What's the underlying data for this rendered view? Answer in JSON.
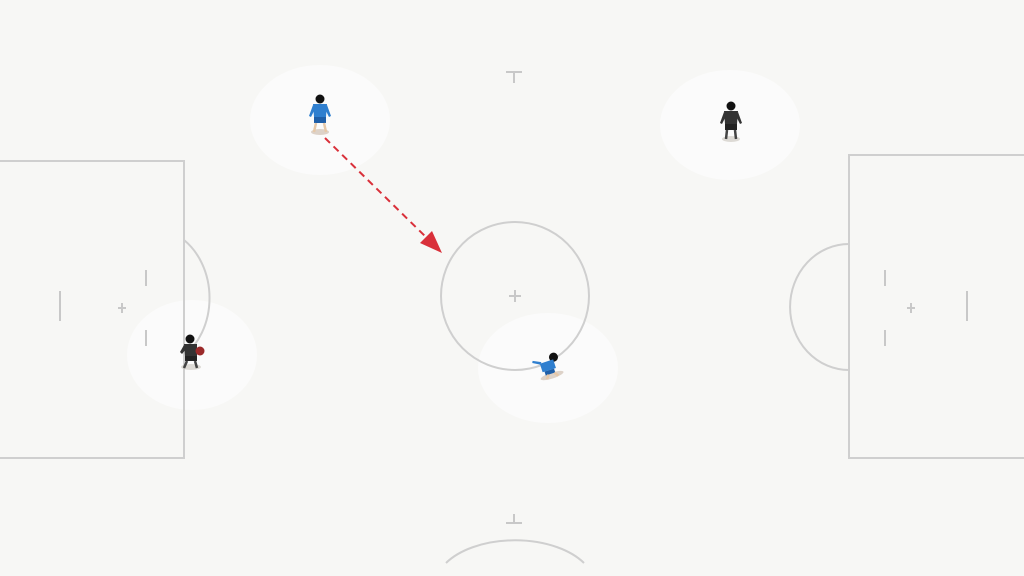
{
  "scene": {
    "pitch_color": "#f7f7f5",
    "line_color": "#cfcfcf"
  },
  "teams": {
    "blue": {
      "color": "#2f7fcf",
      "accent": "#1f5fa8"
    },
    "dark": {
      "color": "#333333",
      "accent": "#222222"
    }
  },
  "pass": {
    "color": "#d9303a",
    "style": "dashed"
  },
  "players": [
    {
      "team": "blue",
      "role": "passer"
    },
    {
      "team": "dark",
      "role": "defender"
    },
    {
      "team": "dark",
      "role": "goalkeeper-with-ball"
    },
    {
      "team": "blue",
      "role": "receiver-sliding"
    }
  ]
}
